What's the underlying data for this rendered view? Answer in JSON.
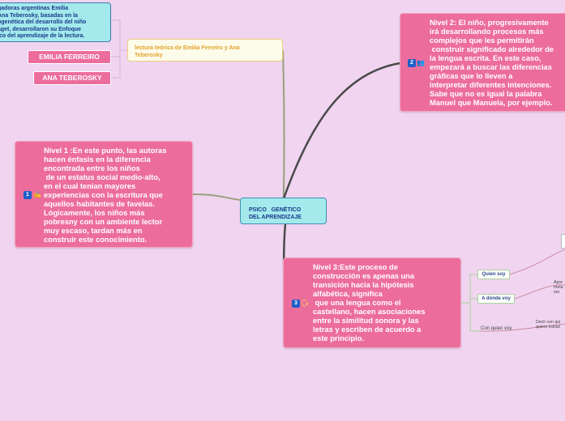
{
  "center": {
    "label": "PSICO   GENÉTICO\nDEL APRENDIZAJE"
  },
  "intro": {
    "text": "gadoras argentinas Emilia\nAna Teberosky, basadas en la\nogenética del desarrollo del niño\naget, desarrollaron su Enfoque\nico del aprendizaje de la lectura.",
    "reading": "lectura teórica de Emilia Ferreiro y Ana\nTeberosky",
    "authors": [
      "EMILIA FERREIRO",
      "ANA TEBEROSKY"
    ]
  },
  "level1": {
    "badge": "1",
    "text": "Nivel 1 :En este punto, las autoras\nhacen énfasis en la diferencia\nencontrada entre los niños\n de un estatus social medio-alto,\nen el cual tenían mayores\nexperiencias con la escritura que\naquellos habitantes de favelas.\nLógicamente, los niños más\npobresny con un ambiente lector\nmuy escaso, tardan más en\nconstruir este conocimiento."
  },
  "level2": {
    "badge": "2",
    "text": "Nivel 2: El niño, progresivamente\nirá desarrollando procesos más\ncomplejos que les permitirán\n construir significado alrededor de\nla lengua escrita. En este caso,\nempezará a buscar las diferencias\ngráficas que lo lleven a\ninterpretar diferentes intenciones.\nSabe que no es igual la palabra\nManuel que Manuela, por ejemplo."
  },
  "level3": {
    "badge": "3",
    "text": "Nivel 3:Este proceso de\nconstrucción es apenas una\ntransición hacia la hipótesis\nalfabética, significa\n que una lengua como el\ncastellano, hacen asociaciones\nentre la similitud sonora y las\nletras y escriben de acuerdo a\neste principio.",
    "branches": [
      "Quien soy",
      "A dónde voy",
      "Con quien voy"
    ],
    "notes": [
      "Apre\nmeta\nser.",
      "Decir con qui\nquiero transit"
    ]
  },
  "colors": {
    "background": "#f0d4f0",
    "pink": "#ec6d9c",
    "cyan": "#a4e9ec",
    "branch": "#4a4a4a",
    "olive": "#9aa07e"
  }
}
